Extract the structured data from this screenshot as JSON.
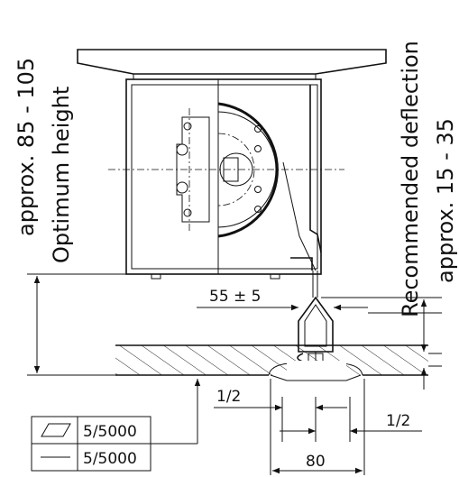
{
  "diagram": {
    "labels": {
      "optimum_height_range": "approx. 85 - 105",
      "optimum_height": "Optimum height",
      "recommended_deflection": "Recommended deflection",
      "deflection_range": "approx. 15 - 35",
      "gap_dimension": "55 ± 5",
      "half_left": "1/2",
      "half_right": "1/2",
      "width_dimension": "80"
    },
    "tolerance_table": {
      "rows": [
        {
          "symbol": "flatness-parallelogram",
          "value": "5/5000"
        },
        {
          "symbol": "straightness-line",
          "value": "5/5000"
        }
      ]
    }
  }
}
